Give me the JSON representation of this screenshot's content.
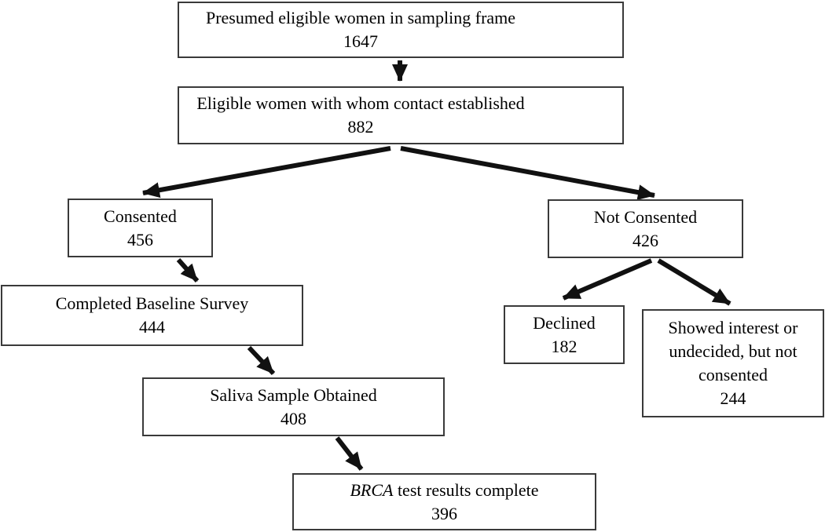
{
  "figure": {
    "background": "#ffffff",
    "arrow_color": "#111111",
    "border_color": "#3a3a3a",
    "text_color": "#000000",
    "nodes": {
      "sampling_frame": {
        "label": "Presumed eligible women in sampling frame",
        "count": "1647"
      },
      "contact": {
        "label": "Eligible women with whom contact established",
        "count": "882"
      },
      "consented": {
        "label": "Consented",
        "count": "456"
      },
      "not_consented": {
        "label": "Not Consented",
        "count": "426"
      },
      "completed_baseline": {
        "label": "Completed Baseline Survey",
        "count": "444"
      },
      "declined": {
        "label": "Declined",
        "count": "182"
      },
      "showed_interest": {
        "label": "Showed interest or undecided, but not consented",
        "count": "244"
      },
      "saliva": {
        "label": "Saliva Sample Obtained",
        "count": "408"
      },
      "brca": {
        "label_italic": "BRCA",
        "label_rest": "test results complete",
        "count": "396"
      }
    },
    "edges": [
      {
        "from": "sampling_frame",
        "to": "contact"
      },
      {
        "from": "contact",
        "to": "consented"
      },
      {
        "from": "contact",
        "to": "not_consented"
      },
      {
        "from": "consented",
        "to": "completed_baseline"
      },
      {
        "from": "completed_baseline",
        "to": "saliva"
      },
      {
        "from": "saliva",
        "to": "brca"
      },
      {
        "from": "not_consented",
        "to": "declined"
      },
      {
        "from": "not_consented",
        "to": "showed_interest"
      }
    ]
  }
}
